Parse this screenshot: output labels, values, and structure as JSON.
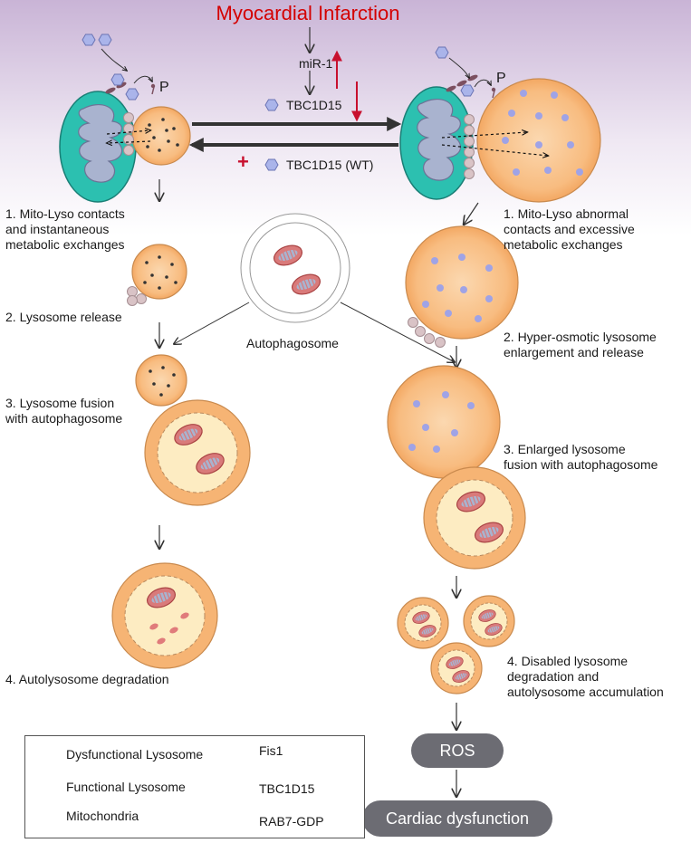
{
  "title": "Myocardial Infarction",
  "center": {
    "mir": "miR-1",
    "tbc_top": "TBC1D15",
    "tbc_wt": "TBC1D15 (WT)",
    "plus": "+",
    "p_left": "P",
    "p_right": "P"
  },
  "left_steps": {
    "s1": "1. Mito-Lyso contacts\nand instantaneous\nmetabolic exchanges",
    "s2": "2. Lysosome release",
    "s3": "3. Lysosome fusion\nwith autophagosome",
    "s4": "4. Autolysosome degradation"
  },
  "right_steps": {
    "s1": "1. Mito-Lyso abnormal\ncontacts and excessive\nmetabolic exchanges",
    "s2": "2. Hyper-osmotic lysosome\nenlargement and release",
    "s3": "3. Enlarged lysosome\nfusion with autophagosome",
    "s4": "4. Disabled lysosome\ndegradation and\nautolysosome accumulation"
  },
  "autophagosome": "Autophagosome",
  "outcomes": {
    "ros": "ROS",
    "cardiac": "Cardiac dysfunction"
  },
  "legend": {
    "dysfunctional": "Dysfunctional Lysosome",
    "functional": "Functional Lysosome",
    "mito": "Mitochondria",
    "fis1": "Fis1",
    "tbc": "TBC1D15",
    "rab7": "RAB7-GDP"
  },
  "colors": {
    "accent_red": "#d40000",
    "lysosome": "#f8b87a",
    "mito_outer": "#2cc0b0",
    "mito_inner": "#a9b3cf",
    "tbc": "#aab4ea",
    "rab7": "#d9c3c6",
    "fis1": "#7c5060",
    "pill": "#6c6c73"
  }
}
